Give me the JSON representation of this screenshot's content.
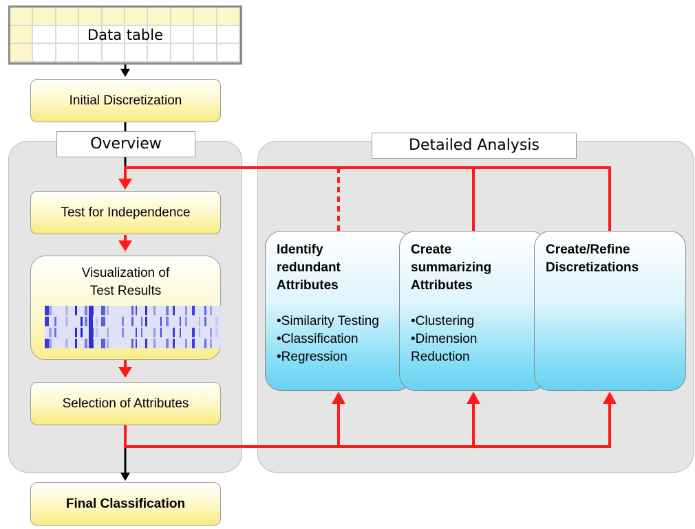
{
  "data_table": {
    "label": "Data table"
  },
  "initial_discretization": {
    "label": "Initial Discretization"
  },
  "overview": {
    "tag": "Overview",
    "test_independence": "Test for Independence",
    "visualization": {
      "line1": "Visualization of",
      "line2": "Test Results"
    },
    "selection": "Selection of Attributes"
  },
  "detailed": {
    "tag": "Detailed Analysis",
    "boxes": [
      {
        "title": [
          "Identify",
          "redundant",
          "Attributes"
        ],
        "items": [
          "•Similarity Testing",
          "•Classification",
          "•Regression"
        ]
      },
      {
        "title": [
          "Create",
          "summarizing",
          "Attributes"
        ],
        "items": [
          "•Clustering",
          "•Dimension",
          "Reduction"
        ]
      },
      {
        "title": [
          "Create/Refine",
          "Discretizations"
        ],
        "items": []
      }
    ]
  },
  "final_classification": {
    "label": "Final Classification"
  },
  "colors": {
    "flow_red": "#ff1a1a",
    "flow_black": "#000000",
    "heat_blue": "#2f2fd8"
  }
}
